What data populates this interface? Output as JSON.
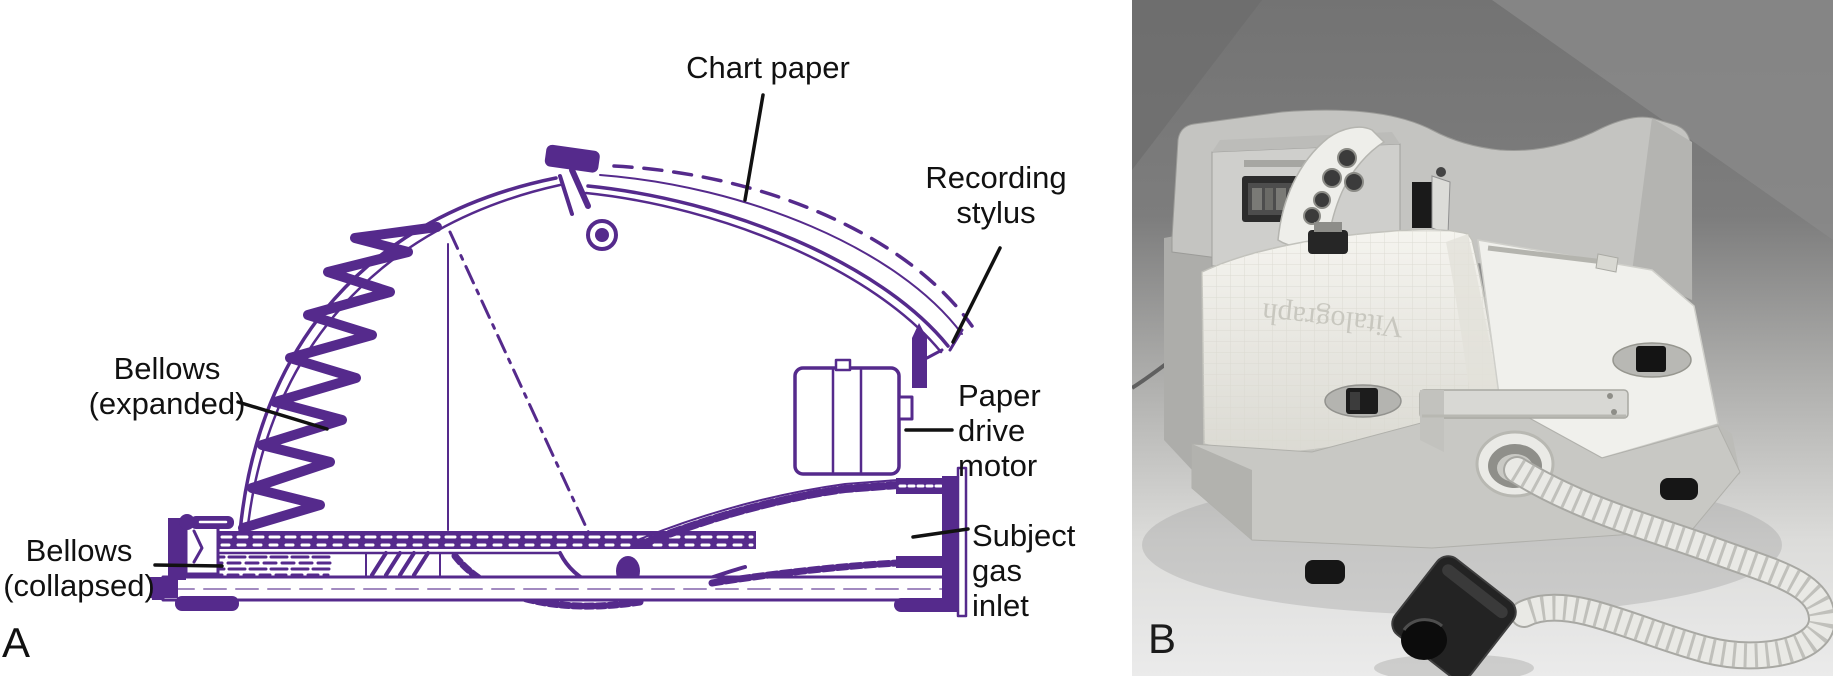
{
  "figure": {
    "colors": {
      "line_art_purple": "#552a8c",
      "label_black": "#111111",
      "photo_bg_top": "#737373",
      "photo_bg_bottom": "#ebebeb"
    },
    "panel_a": {
      "letter": "A",
      "description": "Cutaway line diagram of a wedge-bellows spirometer recorder",
      "labels": {
        "chart_paper": "Chart paper",
        "recording_stylus": "Recording\nstylus",
        "bellows_expanded": "Bellows\n(expanded)",
        "bellows_collapsed": "Bellows\n(collapsed)",
        "paper_drive_motor": "Paper\ndrive\nmotor",
        "subject_gas_inlet": "Subject\ngas\ninlet"
      }
    },
    "panel_b": {
      "letter": "B",
      "description": "Grayscale photograph of a wedge spirometer with corrugated breathing tube and mouthpiece",
      "watermark": "Vitalograph"
    }
  }
}
